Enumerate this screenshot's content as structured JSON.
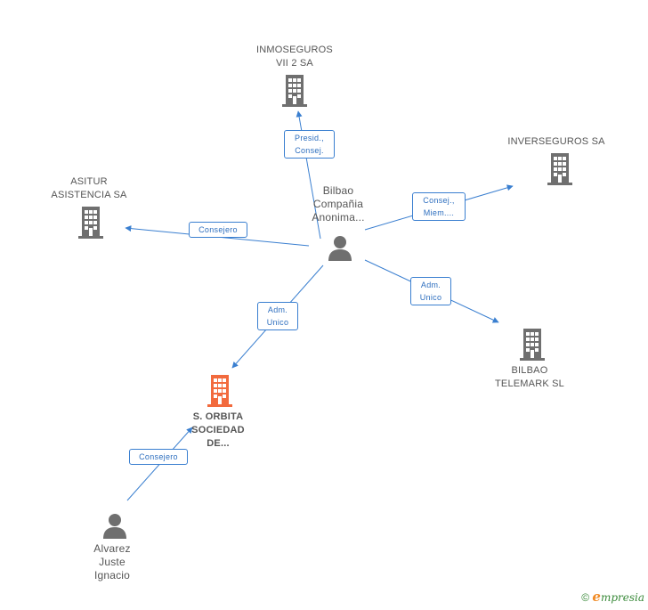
{
  "nodes": {
    "inmoseguros": {
      "label": "INMOSEGUROS\nVII 2 SA",
      "type": "company"
    },
    "inverseguros": {
      "label": "INVERSEGUROS SA",
      "type": "company"
    },
    "asitur": {
      "label": "ASITUR\nASISTENCIA SA",
      "type": "company"
    },
    "bilbao_compania": {
      "label": "Bilbao\nCompañia\nAnonima...",
      "type": "person"
    },
    "bilbao_telemark": {
      "label": "BILBAO\nTELEMARK SL",
      "type": "company"
    },
    "orbita": {
      "label": "S. ORBITA\nSOCIEDAD\nDE...",
      "type": "company-focus"
    },
    "alvarez": {
      "label": "Alvarez\nJuste\nIgnacio",
      "type": "person"
    }
  },
  "edges": {
    "presid": {
      "label": "Presid.,\nConsej."
    },
    "consej_miem": {
      "label": "Consej.,\nMiem...."
    },
    "consejero_asitur": {
      "label": "Consejero"
    },
    "adm_unico_orbita": {
      "label": "Adm.\nUnico"
    },
    "adm_unico_telemark": {
      "label": "Adm.\nUnico"
    },
    "consejero_orbita": {
      "label": "Consejero"
    }
  },
  "colors": {
    "company": "#6f6f6f",
    "focus": "#f26a3d",
    "person": "#6f6f6f",
    "edge": "#3a7fd0"
  },
  "footer": {
    "copyright": "©",
    "brand": "mpresia",
    "brand_initial": "e"
  }
}
